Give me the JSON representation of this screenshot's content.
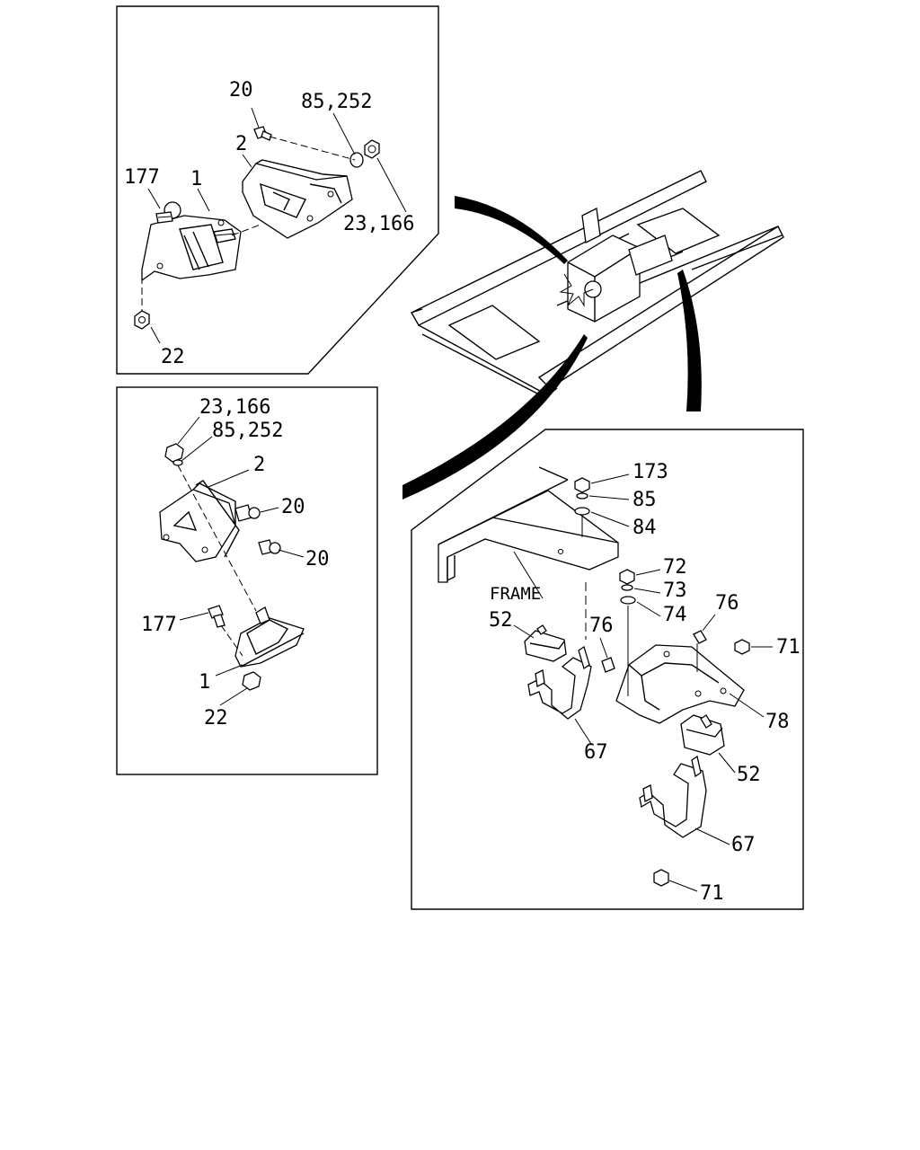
{
  "panels": {
    "upper_left": {
      "labels": [
        "20",
        "85,252",
        "2",
        "177",
        "1",
        "23,166",
        "22"
      ]
    },
    "middle_left": {
      "labels": [
        "23,166",
        "85,252",
        "2",
        "20",
        "20",
        "177",
        "1",
        "22"
      ]
    },
    "right": {
      "labels": [
        "173",
        "85",
        "84",
        "FRAME",
        "72",
        "73",
        "74",
        "52",
        "76",
        "76",
        "71",
        "78",
        "52",
        "67",
        "67",
        "71"
      ]
    }
  }
}
